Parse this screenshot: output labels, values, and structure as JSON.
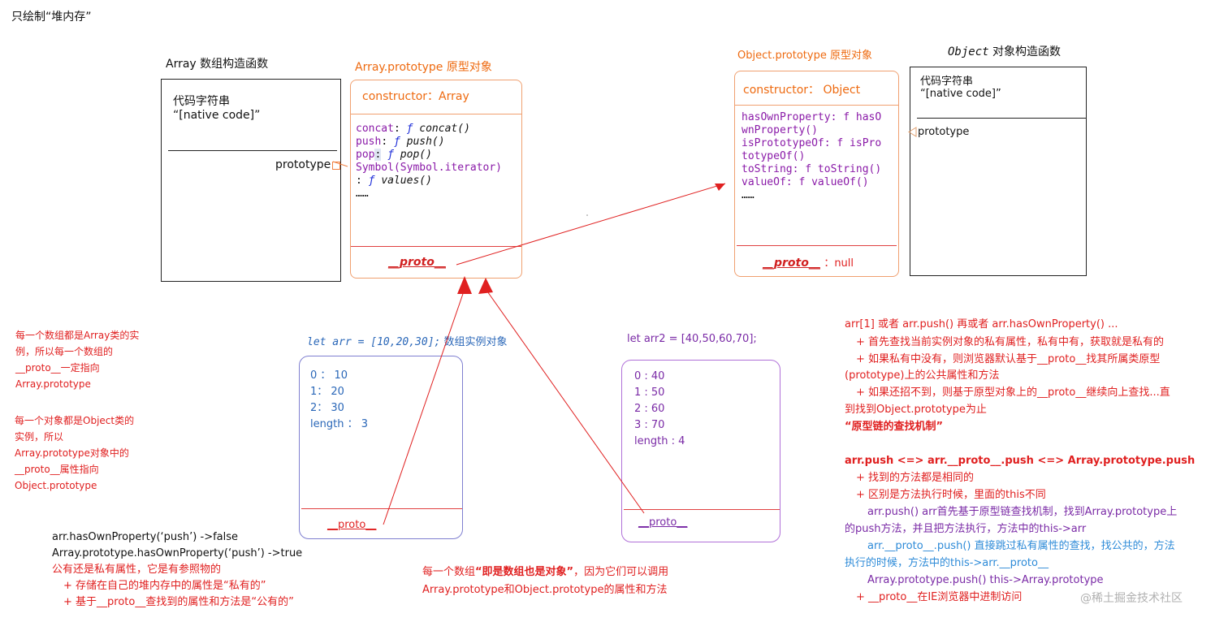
{
  "page_title": "只绘制“堆内存”",
  "array_ctor": {
    "heading": "Array   数组构造函数",
    "code_label": "代码字符串",
    "native_code": "“[native code]”",
    "prototype_label": "prototype"
  },
  "array_proto": {
    "heading": "Array.prototype 原型对象",
    "constructor_line": "constructor：Array",
    "members": [
      {
        "key": "concat",
        "fn": "concat()"
      },
      {
        "key": "push",
        "fn": "push()"
      },
      {
        "key": "pop",
        "fn": "pop()"
      },
      {
        "key": "Symbol(Symbol.iterator)",
        "fn": ""
      },
      {
        "key": "",
        "fn": "values()"
      }
    ],
    "ellipsis": "……",
    "proto_label": "__proto__"
  },
  "object_proto": {
    "heading": "Object.prototype 原型对象",
    "constructor_line": "constructor： Object",
    "code_lines": [
      "hasOwnProperty: f hasO",
      "wnProperty()",
      "isPrototypeOf: f isPro",
      "totypeOf()",
      "toString: f toString()",
      "valueOf: f valueOf()"
    ],
    "ellipsis": "……",
    "proto_label": "__proto__",
    "proto_value": "：null"
  },
  "object_ctor": {
    "heading_italic": "Object",
    "heading_rest": " 对象构造函数",
    "code_label": "代码字符串",
    "native_code": "“[native code]”",
    "prototype_label": "prototype"
  },
  "left_notes": {
    "note1": [
      "每一个数组都是Array类的实",
      "例，所以每一个数组的",
      "__proto__一定指向",
      "Array.prototype"
    ],
    "note2": [
      "每一个对象都是Object类的",
      "实例，所以",
      "Array.prototype对象中的",
      "__proto__属性指向",
      "Object.prototype"
    ]
  },
  "arr1": {
    "decl": "let arr = [10,20,30];",
    "decl_label": "数组实例对象",
    "rows": [
      "0 ： 10",
      "1： 20",
      "2： 30",
      "length ： 3"
    ],
    "proto_label": "__proto__"
  },
  "arr2": {
    "decl": "let arr2 = [40,50,60,70];",
    "rows": [
      "0 : 40",
      "1 : 50",
      "2 : 60",
      "3 : 70",
      "length : 4"
    ],
    "proto_label": "__proto__"
  },
  "bottom_left": {
    "lines": [
      "arr.hasOwnProperty(‘push’) ->false",
      "Array.prototype.hasOwnProperty(‘push’) ->true",
      "公有还是私有属性，它是有参照物的",
      "+ 存储在自己的堆内存中的属性是“私有的”",
      "+ 基于__proto__查找到的属性和方法是“公有的”"
    ]
  },
  "bottom_middle": {
    "line1_a": "每一个数组",
    "line1_b": "“即是数组也是对象”",
    "line1_c": "，因为它们可以调用",
    "line2": "Array.prototype和Object.prototype的属性和方法"
  },
  "right_notes": {
    "lines": [
      "arr[1] 或者 arr.push() 再或者 arr.hasOwnProperty() ...",
      "+ 首先查找当前实例对象的私有属性，私有中有，获取就是私有的",
      "+ 如果私有中没有，则浏览器默认基于__proto__找其所属类原型",
      "(prototype)上的公共属性和方法",
      "+ 如果还招不到，则基于原型对象上的__proto__继续向上查找...直",
      "到找到Object.prototype为止",
      "“原型链的查找机制”",
      "arr.push <=> arr.__proto__.push <=> Array.prototype.push",
      "+ 找到的方法都是相同的",
      "+ 区别是方法执行时候，里面的this不同",
      "arr.push()   arr首先基于原型链查找机制，找到Array.prototype上",
      "的push方法，并且把方法执行，方法中的this->arr",
      "arr.__proto__.push() 直接跳过私有属性的查找，找公共的，方法",
      "执行的时候，方法中的this->arr.__proto__",
      "Array.prototype.push()   this->Array.prototype",
      "+ __proto__在IE浏览器中进制访问"
    ]
  },
  "watermark": "@稀土掘金技术社区",
  "colors": {
    "red": "#e02020",
    "orange": "#ee6a10",
    "blue": "#2a67b8",
    "purple": "#7a2aa6",
    "sky": "#2e8bd8",
    "box_border_dark": "#222222",
    "box_border_orange": "#f0a070",
    "arr1_border": "#7f7fd0",
    "arr2_border": "#b070d8"
  }
}
